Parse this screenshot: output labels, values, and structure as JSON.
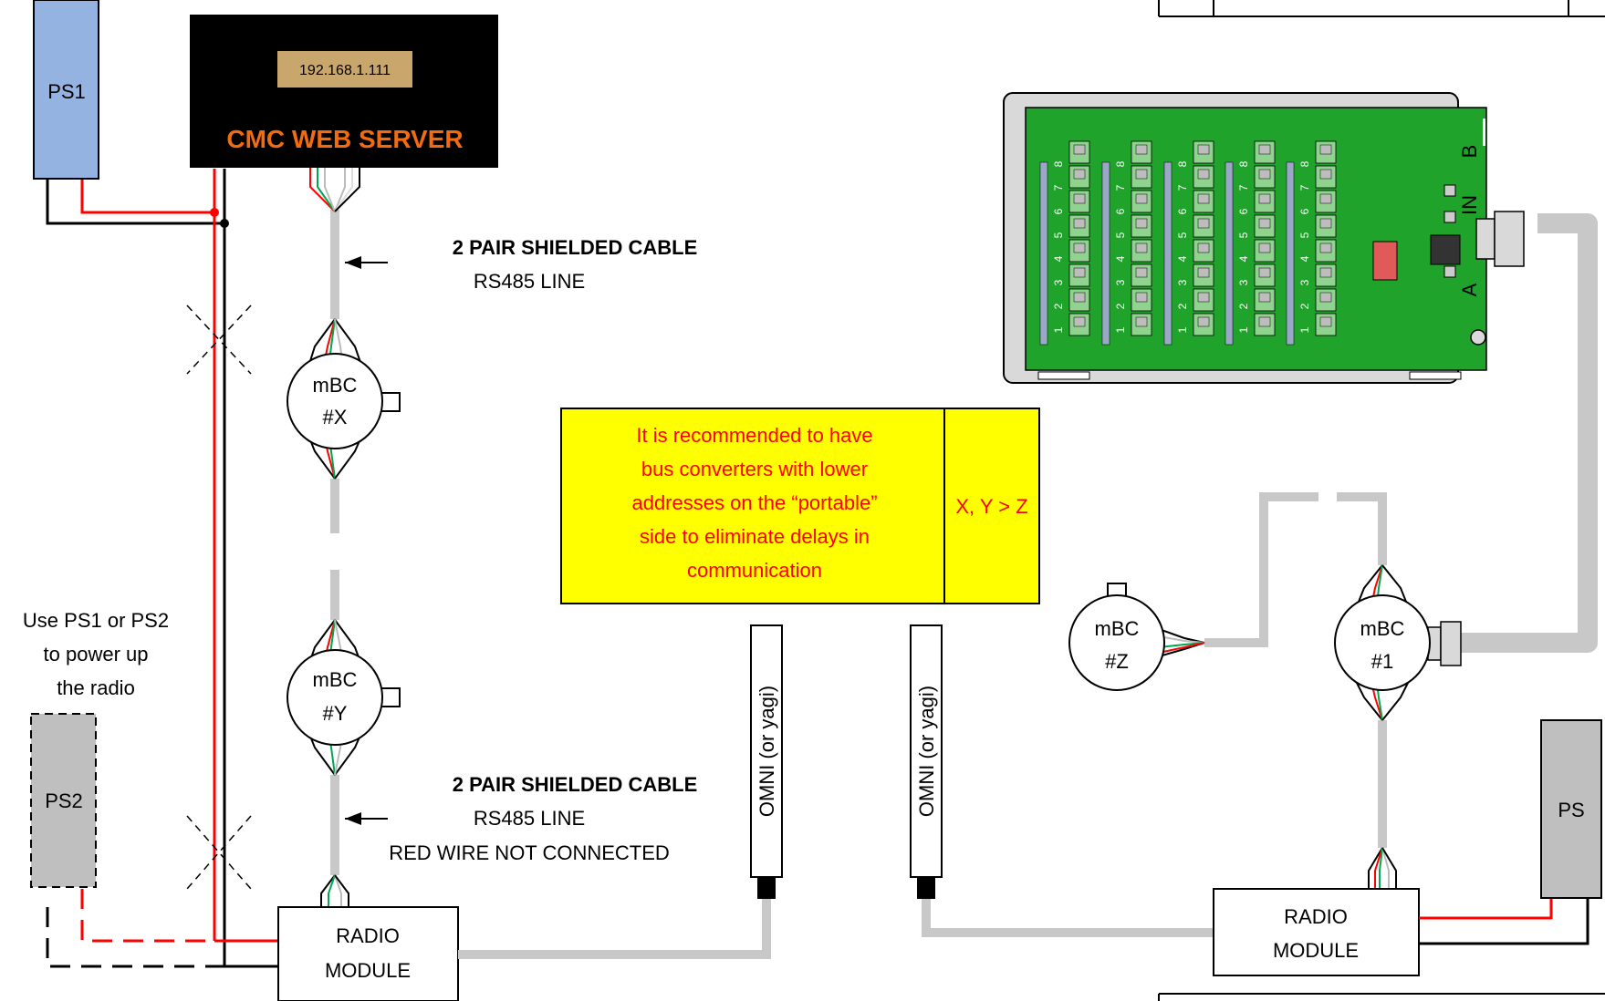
{
  "ps1": "PS1",
  "ps2": "PS2",
  "ps_right": "PS",
  "server": {
    "ip": "192.168.1.111",
    "title": "CMC WEB SERVER"
  },
  "cable1": {
    "title": "2 PAIR SHIELDED CABLE",
    "line": "RS485 LINE"
  },
  "cable2": {
    "title": "2 PAIR SHIELDED CABLE",
    "line": "RS485 LINE",
    "note": "RED WIRE NOT CONNECTED"
  },
  "mbc_x": {
    "name": "mBC",
    "id": "#X"
  },
  "mbc_y": {
    "name": "mBC",
    "id": "#Y"
  },
  "mbc_z": {
    "name": "mBC",
    "id": "#Z"
  },
  "mbc_1": {
    "name": "mBC",
    "id": "#1"
  },
  "note": {
    "lines": [
      "It is recommended to have",
      "bus converters with lower",
      "addresses on the “portable”",
      "side to eliminate delays in",
      "communication"
    ],
    "condition": "X, Y > Z"
  },
  "antenna_left": "OMNI (or yagi)",
  "antenna_right": "OMNI (or yagi)",
  "radio_left": [
    "RADIO",
    "MODULE"
  ],
  "radio_right": [
    "RADIO",
    "MODULE"
  ],
  "ps_hint": [
    "Use PS1 or PS2",
    "to power up",
    "the radio"
  ],
  "board_labels": {
    "a": "A",
    "b": "B",
    "in": "IN",
    "channels": [
      "1",
      "2",
      "3",
      "4",
      "5",
      "6",
      "7",
      "8"
    ]
  },
  "colors": {
    "red": "#ff0000",
    "green": "#00a651",
    "cable": "#c8c8c8",
    "ps1_fill": "#95b3e0",
    "ps_gray": "#bfbfbf",
    "note_fill": "#ffff00",
    "ip_fill": "#c9a66b",
    "server_text": "#f26c0f",
    "board_green": "#1fa32a"
  }
}
